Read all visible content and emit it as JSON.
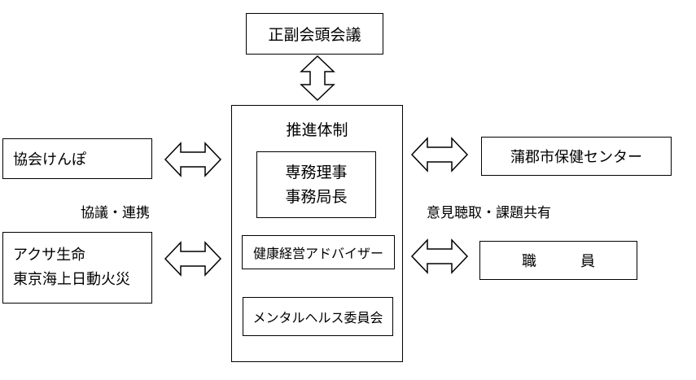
{
  "top_box": {
    "label": "正副会頭会議"
  },
  "main_panel": {
    "title": "推進体制",
    "exec_lines": [
      "専務理事",
      "事務局長"
    ],
    "health_management": "健康経営アドバイザー",
    "mental_health_committee": "メンタルヘルス委員会"
  },
  "left": {
    "kyokai": "協会けんぽ",
    "insurer_lines": [
      "アクサ生命",
      "東京海上日動火災"
    ],
    "relation_label": "協議・連携"
  },
  "right": {
    "health_center": "蒲郡市保健センター",
    "staff": "職　　　員",
    "relation_label": "意見聴取・課題共有"
  },
  "arrows": [
    {
      "id": "top",
      "direction": "vertical-bidirectional"
    },
    {
      "id": "left-upper",
      "direction": "horizontal-bidirectional"
    },
    {
      "id": "left-lower",
      "direction": "horizontal-bidirectional"
    },
    {
      "id": "right-upper",
      "direction": "horizontal-bidirectional"
    },
    {
      "id": "right-lower",
      "direction": "horizontal-bidirectional"
    }
  ]
}
